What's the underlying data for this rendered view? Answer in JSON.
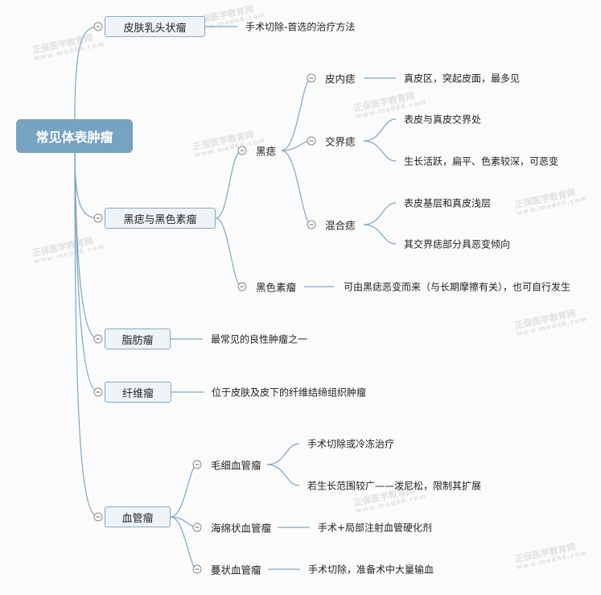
{
  "watermark": {
    "brand": "正保医学教育网",
    "url": "www.med66.com"
  },
  "root": {
    "label": "常见体表肿瘤"
  },
  "branches": {
    "papilloma": {
      "label": "皮肤乳头状瘤",
      "note": "手术切除-首选的治疗方法"
    },
    "nevus_melanoma": {
      "label": "黑痣与黑色素瘤",
      "nevus": {
        "label": "黑痣",
        "intradermal": {
          "label": "皮内痣",
          "note": "真皮区，突起皮面，最多见"
        },
        "junctional": {
          "label": "交界痣",
          "notes": [
            "表皮与真皮交界处",
            "生长活跃，扁平、色素较深，可恶变"
          ]
        },
        "compound": {
          "label": "混合痣",
          "notes": [
            "表皮基层和真皮浅层",
            "其交界痣部分具恶变倾向"
          ]
        }
      },
      "melanoma": {
        "label": "黑色素瘤",
        "note": "可由黑痣恶变而来（与长期摩擦有关），也可自行发生"
      }
    },
    "lipoma": {
      "label": "脂肪瘤",
      "note": "最常见的良性肿瘤之一"
    },
    "fibroma": {
      "label": "纤维瘤",
      "note": "位于皮肤及皮下的纤维结缔组织肿瘤"
    },
    "hemangioma": {
      "label": "血管瘤",
      "capillary": {
        "label": "毛细血管瘤",
        "notes": [
          "手术切除或冷冻治疗",
          "若生长范围较广——泼尼松，限制其扩展"
        ]
      },
      "cavernous": {
        "label": "海绵状血管瘤",
        "note": "手术+局部注射血管硬化剂"
      },
      "racemose": {
        "label": "蔓状血管瘤",
        "note": "手术切除，准备术中大量输血"
      }
    }
  }
}
